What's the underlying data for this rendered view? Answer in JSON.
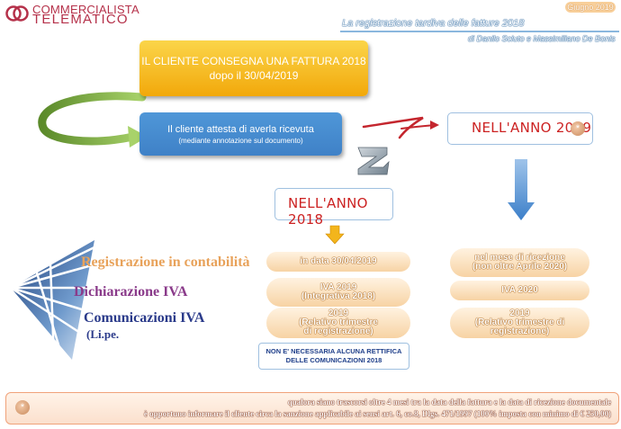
{
  "header": {
    "logo_top": "COMMERCIALISTA",
    "logo_bottom": "TELEMATICO",
    "date": "Giugno 2019",
    "title": "La registrazione tardiva delle fatture 2018",
    "author": "di Danilo Sciuto e Massimiliano De Bonis"
  },
  "flow": {
    "start_line1": "IL CLIENTE CONSEGNA UNA FATTURA 2018",
    "start_line2": "dopo il 30/04/2019",
    "attest_line1": "Il cliente attesta  di averla ricevuta",
    "attest_line2": "(mediante annotazione sul documento)",
    "year_2019": "NELL'ANNO 2019",
    "year_2018": "NELL'ANNO 2018",
    "asterisk": "*"
  },
  "rows": {
    "registrazione_label": "Registrazione in contabilità",
    "dichiarazione_label": "Dichiarazione IVA",
    "comunicazioni_label": "Comunicazioni IVA",
    "comunicazioni_sub": "(Li.pe.",
    "reg_2018": "in data 30/04/2019",
    "reg_2019_l1": "nel mese di ricezione",
    "reg_2019_l2": "(non oltre Aprile 2020)",
    "iva_2018_l1": "IVA 2019",
    "iva_2018_l2": "(Integrativa 2018)",
    "iva_2019": "IVA 2020",
    "com_2018_l1": "2019",
    "com_2018_l2": "(Relativo trimestre",
    "com_2018_l3": "di registrazione)",
    "com_2019_l1": "2019",
    "com_2019_l2": "(Relativo trimestre di",
    "com_2019_l3": "registrazione)"
  },
  "note": {
    "line1": "NON E' NECESSARIA ALCUNA RETTIFICA",
    "line2": "DELLE COMUNICAZIONI 2018"
  },
  "footer": {
    "line1": "qualora siano trascorsi oltre 4 mesi tra la data della fattura e la data di ricezione documentale",
    "line2": "è opportuno informare il cliente circa la sanzione applicabile ai sensi art. 6, co.8, Dlgs. 471/1997 (100% imposta con minimo di € 250,00)"
  },
  "colors": {
    "orange_box": "#f2a80a",
    "blue_box": "#3f81c7",
    "year_text": "#cc2222",
    "brand": "#b5314a"
  }
}
